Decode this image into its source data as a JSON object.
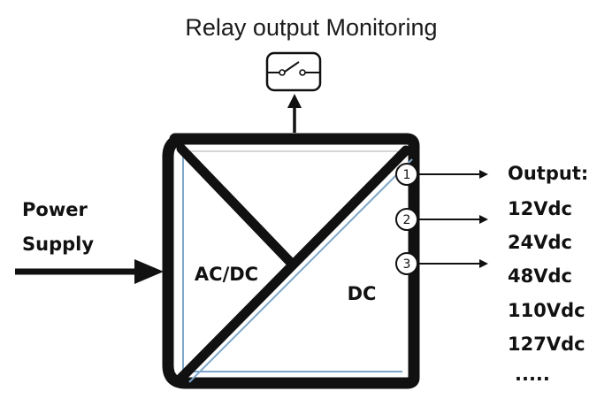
{
  "title": "Relay output Monitoring",
  "input_label": [
    "Power",
    "Supply"
  ],
  "converter": {
    "left_label": "AC/DC",
    "right_label": "DC"
  },
  "outputs": {
    "ports": [
      "1",
      "2",
      "3"
    ],
    "heading": "Output:",
    "voltages": [
      "12Vdc",
      "24Vdc",
      "48Vdc",
      "110Vdc",
      "127Vdc",
      "....."
    ]
  },
  "icons": {
    "relay": "relay-switch-icon"
  },
  "colors": {
    "stroke": "#111111",
    "highlight": "#7fa7cc"
  }
}
